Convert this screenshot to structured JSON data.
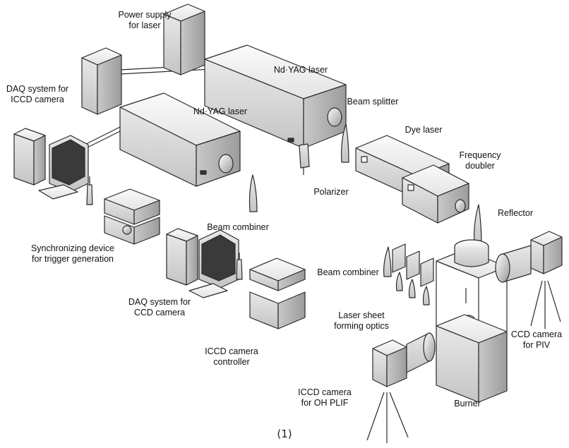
{
  "labels": {
    "power_supply": "Power supply\nfor laser",
    "ndyag_laser_top": "Nd·YAG laser",
    "ndyag_laser_mid": "Nd·YAG laser",
    "daq_iccd": "DAQ system for\nICCD camera",
    "beam_splitter": "Beam splitter",
    "dye_laser": "Dye laser",
    "frequency_doubler": "Frequency\ndoubler",
    "polarizer": "Polarizer",
    "reflector": "Reflector",
    "beam_combiner_center": "Beam combiner",
    "sync_device": "Synchronizing device\nfor trigger generation",
    "daq_ccd": "DAQ system for\nCCD camera",
    "beam_combiner_right": "Beam combiner",
    "laser_sheet_optics": "Laser sheet\nforming optics",
    "ccd_camera_piv": "CCD camera\nfor PIV",
    "iccd_controller": "ICCD camera\ncontroller",
    "iccd_camera_plif": "ICCD camera\nfor OH PLIF",
    "burner": "Burner"
  },
  "caption": "(1)",
  "colors": {
    "stroke": "#2a2a2a",
    "body_light": "#f2f2f2",
    "body_mid": "#d8d8d8",
    "body_dark": "#a8a8a8",
    "screen": "#3a3a3a"
  }
}
